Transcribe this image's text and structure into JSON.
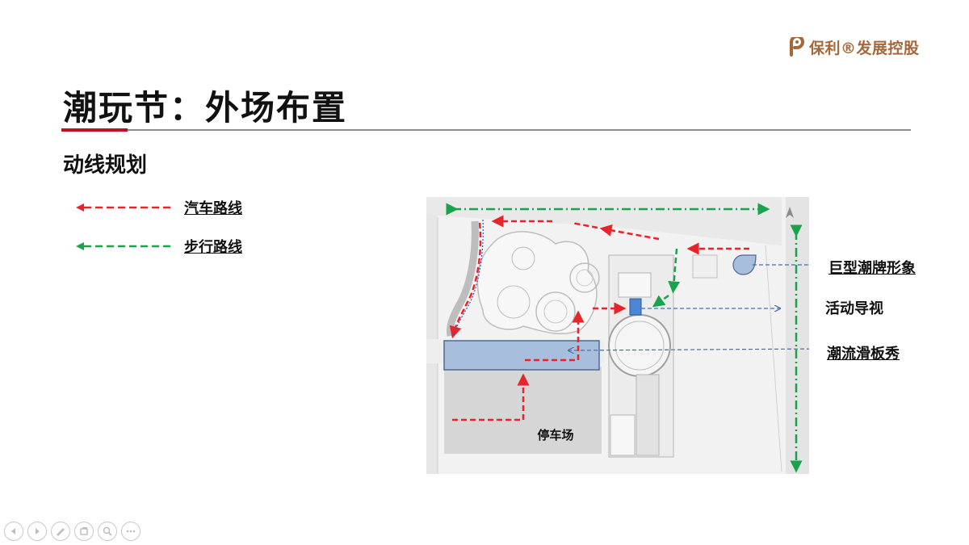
{
  "brand": {
    "name": "保利®发展控股",
    "color": "#a5683c"
  },
  "slide": {
    "title": "潮玩节：外场布置",
    "subtitle": "动线规划",
    "accent_color": "#c1121f"
  },
  "legend": [
    {
      "label": "汽车路线",
      "color": "#e8232a",
      "direction": "left"
    },
    {
      "label": "步行路线",
      "color": "#1aa34a",
      "direction": "left"
    }
  ],
  "map": {
    "parking_label": "停车场",
    "callouts": [
      {
        "label": "巨型潮牌形象",
        "underline": true
      },
      {
        "label": "活动导视",
        "underline": false
      },
      {
        "label": "潮流滑板秀",
        "underline": true
      }
    ]
  },
  "toolbar": {
    "buttons": [
      "previous-icon",
      "next-icon",
      "pen-icon",
      "slides-icon",
      "zoom-icon",
      "more-icon"
    ]
  }
}
